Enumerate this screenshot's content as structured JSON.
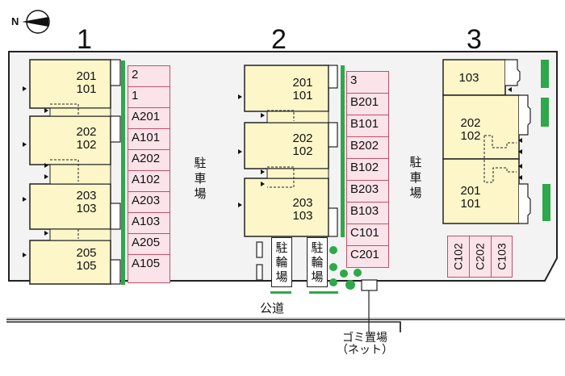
{
  "compass": {
    "label": "N",
    "icon": "north-arrow-icon"
  },
  "colors": {
    "unit_fill": "#fdf6c9",
    "stall_fill": "#fbe3ea",
    "stall_border": "#c0506a",
    "hedge_green": "#2ea84a",
    "site_fill": "#f3f3f3",
    "outline": "#222222"
  },
  "buildings": [
    {
      "number": "1",
      "units": [
        {
          "upper": "201",
          "lower": "101"
        },
        {
          "upper": "202",
          "lower": "102"
        },
        {
          "upper": "203",
          "lower": "103"
        },
        {
          "upper": "205",
          "lower": "105"
        }
      ],
      "parking": [
        "2",
        "1",
        "A201",
        "A101",
        "A202",
        "A102",
        "A203",
        "A103",
        "A205",
        "A105"
      ],
      "parking_label": [
        "駐",
        "車",
        "場"
      ]
    },
    {
      "number": "2",
      "units": [
        {
          "upper": "201",
          "lower": "101"
        },
        {
          "upper": "202",
          "lower": "102"
        },
        {
          "upper": "203",
          "lower": "103"
        }
      ],
      "parking": [
        "3",
        "B201",
        "B101",
        "B202",
        "B102",
        "B203",
        "B103",
        "C101",
        "C201"
      ],
      "parking_label": [
        "駐",
        "車",
        "場"
      ]
    },
    {
      "number": "3",
      "units": [
        {
          "upper": "103",
          "lower": ""
        },
        {
          "upper": "202",
          "lower": "102"
        },
        {
          "upper": "201",
          "lower": "101"
        }
      ],
      "parking": [
        "C102",
        "C202",
        "C103"
      ]
    }
  ],
  "bicycle_parking": [
    {
      "label": [
        "駐",
        "輪",
        "場"
      ]
    },
    {
      "label": [
        "駐",
        "輪",
        "場"
      ]
    }
  ],
  "road": {
    "label": "公道"
  },
  "garbage": {
    "line1": "ゴミ置場",
    "line2": "（ネット）"
  }
}
